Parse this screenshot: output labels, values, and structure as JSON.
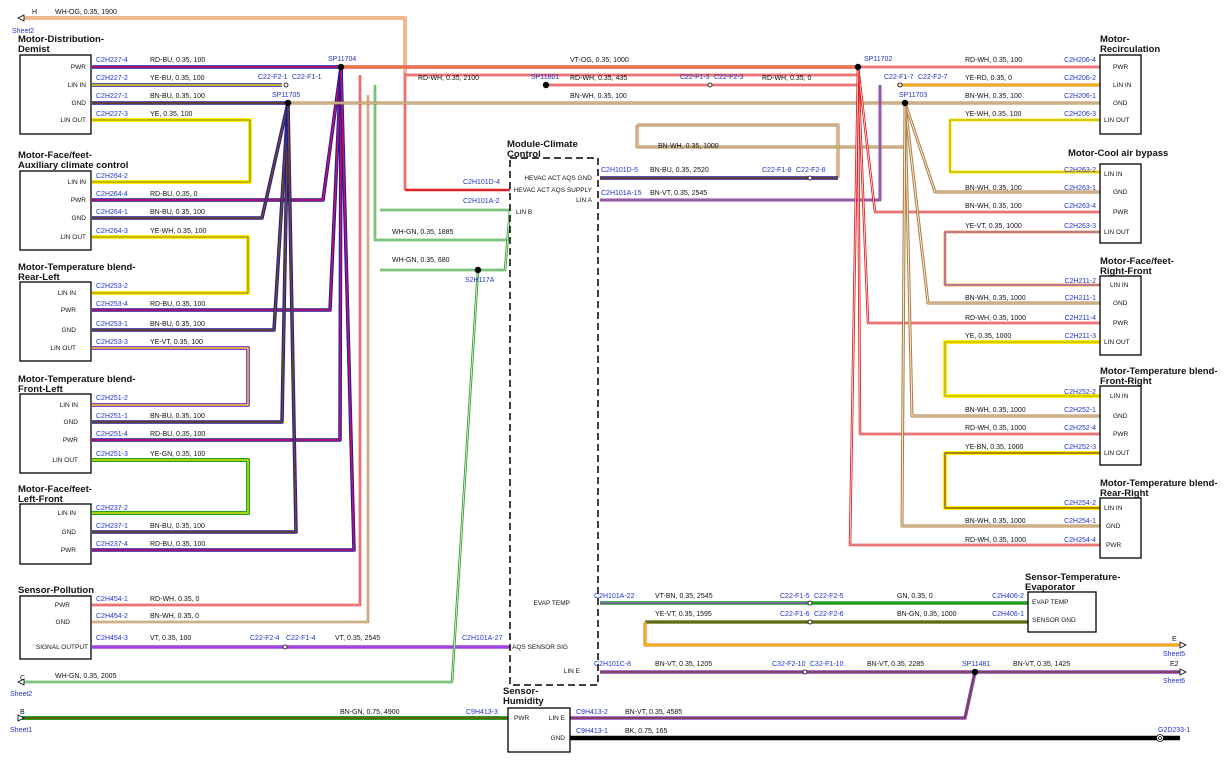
{
  "components": {
    "distribution": {
      "title": [
        "Motor-Distribution-",
        "Demist"
      ],
      "pins": [
        "PWR",
        "LIN IN",
        "GND",
        "LIN OUT"
      ]
    },
    "face_aux": {
      "title": [
        "Motor-Face/feet-",
        "Auxiliary climate control"
      ],
      "pins": [
        "LIN IN",
        "PWR",
        "GND",
        "LIN OUT"
      ]
    },
    "temp_rear_left": {
      "title": [
        "Motor-Temperature blend-",
        "Rear-Left"
      ],
      "pins": [
        "LIN IN",
        "PWR",
        "GND",
        "LIN OUT"
      ]
    },
    "temp_front_left": {
      "title": [
        "Motor-Temperature blend-",
        "Front-Left"
      ],
      "pins": [
        "LIN IN",
        "GND",
        "PWR",
        "LIN OUT"
      ]
    },
    "face_left_front": {
      "title": [
        "Motor-Face/feet-",
        "Left-Front"
      ],
      "pins": [
        "LIN IN",
        "GND",
        "PWR"
      ]
    },
    "pollution": {
      "title": [
        "Sensor-Pollution"
      ],
      "pins": [
        "PWR",
        "GND",
        "SIGNAL OUTPUT"
      ]
    },
    "climate": {
      "title": [
        "Module-Climate",
        "Control"
      ],
      "pins": [
        "HEVAC ACT AQS GND",
        "HEVAC ACT AQS SUPPLY",
        "LIN B",
        "LIN A",
        "EVAP TEMP",
        "AQS SENSOR SIG",
        "LIN E"
      ]
    },
    "humidity": {
      "title": [
        "Sensor-",
        "Humidity"
      ],
      "pins": [
        "PWR",
        "LIN E",
        "GND"
      ]
    },
    "recirc": {
      "title": [
        "Motor-",
        "Recirculation"
      ],
      "pins": [
        "PWR",
        "LIN IN",
        "GND",
        "LIN OUT"
      ]
    },
    "cool_bypass": {
      "title": [
        "Motor-Cool air bypass"
      ],
      "pins": [
        "LIN IN",
        "GND",
        "PWR",
        "LIN OUT"
      ]
    },
    "face_right_front": {
      "title": [
        "Motor-Face/feet-",
        "Right-Front"
      ],
      "pins": [
        "LIN IN",
        "GND",
        "PWR",
        "LIN OUT"
      ]
    },
    "temp_front_right": {
      "title": [
        "Motor-Temperature blend-",
        "Front-Right"
      ],
      "pins": [
        "LIN IN",
        "GND",
        "PWR",
        "LIN OUT"
      ]
    },
    "temp_rear_right": {
      "title": [
        "Motor-Temperature blend-",
        "Rear-Right"
      ],
      "pins": [
        "LIN IN",
        "GND",
        "PWR"
      ]
    },
    "evaporator": {
      "title": [
        "Sensor-Temperature-",
        "Evaporator"
      ],
      "pins": [
        "EVAP TEMP",
        "SENSOR GND"
      ]
    }
  },
  "splices": [
    "SP11704",
    "SP11705",
    "SP11801",
    "SP11702",
    "SP11703",
    "S2H117A",
    "SP11481"
  ],
  "sheet_refs": {
    "h": "H",
    "sheet2_top": "Sheet2",
    "c": "C",
    "sheet2_bottom": "Sheet2",
    "b": "B",
    "sheet1": "Sheet1",
    "e": "E",
    "sheet5": "Sheet5",
    "e2": "E2",
    "sheet6": "Sheet6",
    "ground": "G2D233-1"
  },
  "left_connectors": [
    "C2H227-4",
    "C2H227-2",
    "C2H227-1",
    "C2H227-3",
    "C2H264-2",
    "C2H264-4",
    "C2H264-1",
    "C2H264-3",
    "C2H253-2",
    "C2H253-4",
    "C2H253-1",
    "C2H253-3",
    "C2H251-2",
    "C2H251-1",
    "C2H251-4",
    "C2H251-3",
    "C2H237-2",
    "C2H237-1",
    "C2H237-4",
    "C2H454-1",
    "C2H454-2",
    "C2H454-3"
  ],
  "left_wires": [
    "RD-BU, 0.35, 100",
    "YE-BU, 0.35, 100",
    "BN-BU, 0.35, 100",
    "YE, 0.35, 100",
    "RD-BU, 0.35, 0",
    "BN-BU, 0.35, 100",
    "YE-WH, 0.35, 100",
    "RD-BU, 0.35, 100",
    "BN-BU, 0.35, 100",
    "YE-VT, 0.35, 100",
    "BN-BU, 0.35, 100",
    "RD-BU, 0.35, 100",
    "YE-GN, 0.35, 100",
    "BN-BU, 0.35, 100",
    "RD-BU, 0.35, 100",
    "RD-WH, 0.35, 0",
    "BN-WH, 0.35, 0",
    "VT, 0.35, 100"
  ],
  "right_connectors": [
    "C2H206-4",
    "C2H206-2",
    "C2H206-1",
    "C2H206-3",
    "C2H263-2",
    "C2H263-1",
    "C2H263-4",
    "C2H263-3",
    "C2H211-2",
    "C2H211-1",
    "C2H211-4",
    "C2H211-3",
    "C2H252-2",
    "C2H252-1",
    "C2H252-4",
    "C2H252-3",
    "C2H254-2",
    "C2H254-1",
    "C2H254-4",
    "C2H406-2",
    "C2H406-1"
  ],
  "right_wires": [
    "RD-WH, 0.35, 100",
    "YE-RD, 0.35, 0",
    "BN-WH, 0.35, 100",
    "YE-WH, 0.35, 100",
    "BN-WH, 0.35, 100",
    "BN-WH, 0.35, 100",
    "YE-VT, 0.35, 1000",
    "BN-WH, 0.35, 1000",
    "RD-WH, 0.35, 1000",
    "YE, 0.35, 1000",
    "BN-WH, 0.35, 1000",
    "RD-WH, 0.35, 1000",
    "YE-BN, 0.35, 1000",
    "BN-WH, 0.35, 1000",
    "RD-WH, 0.35, 1000",
    "GN, 0.35, 0",
    "BN-GN, 0.35, 1000"
  ],
  "mid_wires": {
    "top_h": "WH-OG, 0.35, 1900",
    "vt_og": "VT-OG, 0.35, 1000",
    "rd_wh_2100": "RD-WH, 0.35, 2100",
    "rd_wh_435": "RD-WH, 0.35, 435",
    "rd_wh_0": "RD-WH, 0.35, 0",
    "bn_wh_100": "BN-WH, 0.35, 100",
    "bn_wh_1000": "BN-WH, 0.35, 1000",
    "bn_bu_2520": "BN-BU, 0.35, 2520",
    "bn_vt_2545": "BN-VT, 0.35, 2545",
    "wh_gn_1885": "WH-GN, 0.35, 1885",
    "wh_gn_680": "WH-GN, 0.35, 680",
    "vt_bn_2545": "VT-BN, 0.35, 2545",
    "ye_vt_1595": "YE-VT, 0.35, 1595",
    "vt_2545": "VT, 0.35, 2545",
    "bn_vt_1205": "BN-VT, 0.35, 1205",
    "bn_vt_2285": "BN-VT, 0.35, 2285",
    "bn_vt_1425": "BN-VT, 0.35, 1425",
    "wh_gn_2005": "WH-GN, 0.35, 2005",
    "bn_gn_4900": "BN-GN, 0.75, 4900",
    "bn_vt_4585": "BN-VT, 0.35, 4585",
    "bk_165": "BK, 0.75, 165"
  },
  "mid_connectors": {
    "c22f21": "C22-F2-1",
    "c22f11": "C22-F1-1",
    "c22f13": "C22-F1-3",
    "c22f23": "C22-F2-3",
    "c22f17": "C22-F1-7",
    "c22f27": "C22-F2-7",
    "c2h101d4": "C2H101D-4",
    "c2h101a2": "C2H101A-2",
    "c2h101d5": "C2H101D-5",
    "c22f18": "C22-F1-8",
    "c22f28": "C22-F2-8",
    "c2h101a15": "C2H101A-15",
    "c2h101a22": "C2H101A-22",
    "c22f15": "C22-F1-5",
    "c22f25": "C22-F2-5",
    "c22f16": "C22-F1-6",
    "c22f26": "C22-F2-6",
    "c22f24": "C22-F2-4",
    "c22f14": "C22-F1-4",
    "c2h101a27": "C2H101A-27",
    "c2h101c8": "C2H101C-8",
    "c32f210": "C32-F2-10",
    "c32f110": "C32-F1-10",
    "c9h4133": "C9H413-3",
    "c9h4132": "C9H413-2",
    "c9h4131": "C9H413-1"
  }
}
